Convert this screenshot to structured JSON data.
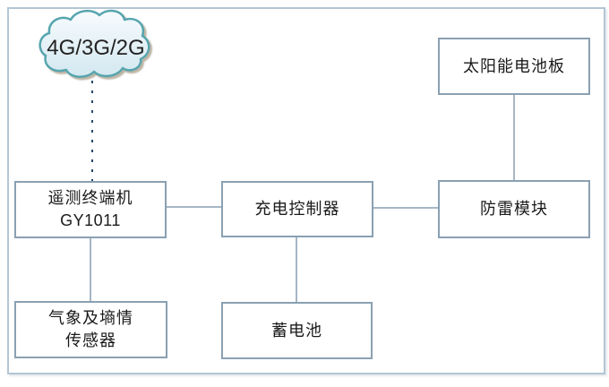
{
  "diagram": {
    "cloud": {
      "label": "4G/3G/2G"
    },
    "nodes": {
      "telemetry": {
        "line1": "遥测终端机",
        "line2": "GY1011"
      },
      "charge": {
        "label": "充电控制器"
      },
      "solar": {
        "label": "太阳能电池板"
      },
      "lightning": {
        "label": "防雷模块"
      },
      "sensor": {
        "line1": "气象及墒情",
        "line2": "传感器"
      },
      "battery": {
        "label": "蓄电池"
      }
    },
    "connections": [
      {
        "from": "cloud",
        "to": "telemetry",
        "style": "dashed"
      },
      {
        "from": "telemetry",
        "to": "charge",
        "style": "solid"
      },
      {
        "from": "charge",
        "to": "lightning",
        "style": "solid"
      },
      {
        "from": "solar",
        "to": "lightning",
        "style": "solid"
      },
      {
        "from": "telemetry",
        "to": "sensor",
        "style": "solid"
      },
      {
        "from": "charge",
        "to": "battery",
        "style": "solid"
      }
    ],
    "colors": {
      "box_border": "#8aa0b2",
      "connector": "#a6b6c4",
      "dashed_line": "#27496b",
      "cloud_stroke": "#57a5ae",
      "cloud_fill_top": "#f7fbfd",
      "cloud_fill_bottom": "#d3e8f0",
      "cloud_shadow": "#b3a995",
      "frame_border": "#b3c5d3",
      "text": "#1a1a1a"
    }
  }
}
